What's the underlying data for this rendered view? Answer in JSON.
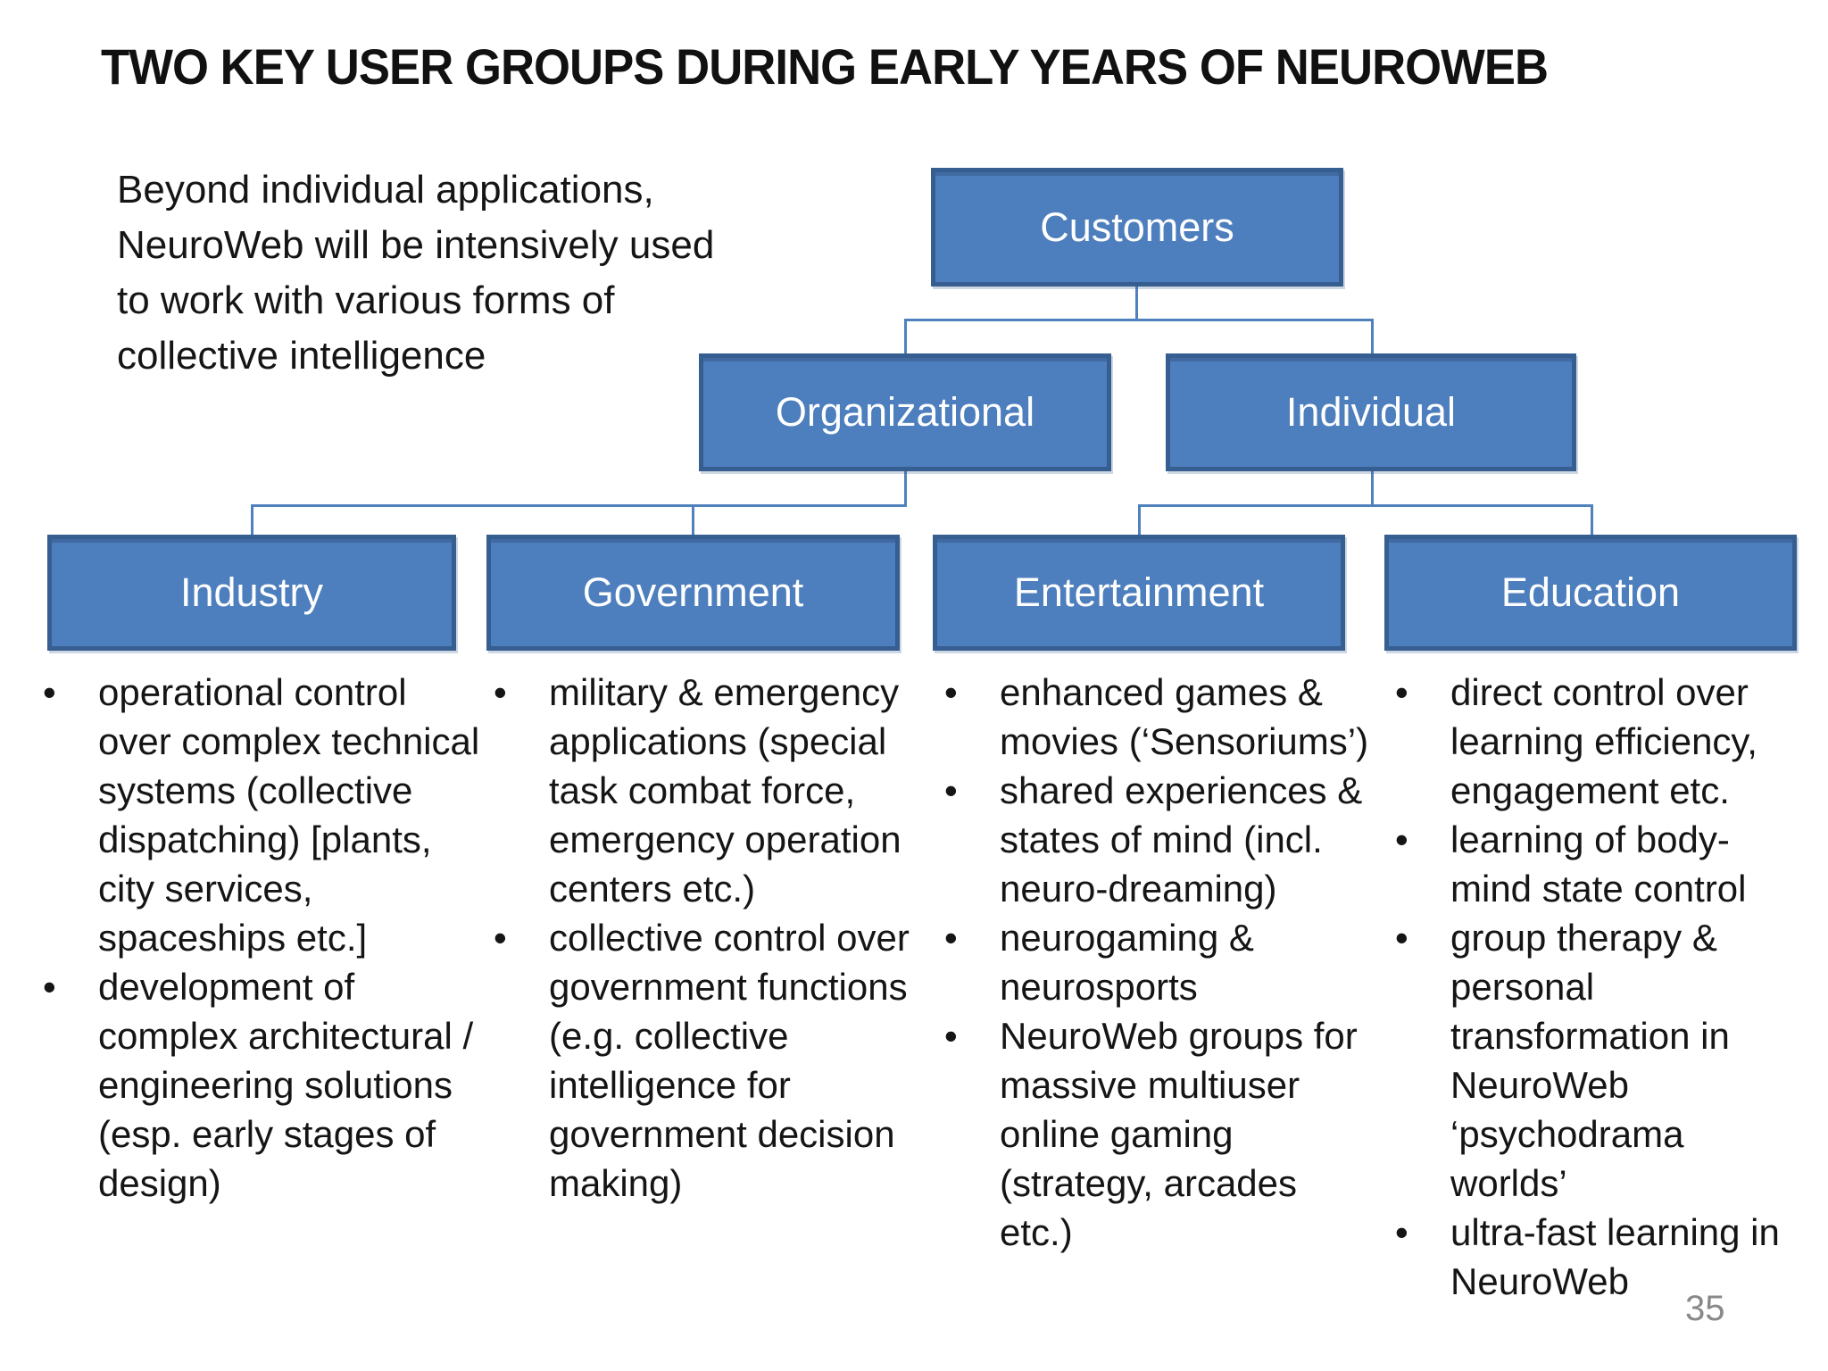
{
  "slide": {
    "title": "TWO KEY USER GROUPS DURING EARLY YEARS OF NEUROWEB",
    "intro": "Beyond individual applications, NeuroWeb will be intensively used to work with various forms of collective intelligence",
    "page_number": "35"
  },
  "colors": {
    "box_fill": "#4d7ebd",
    "box_border": "#365e90",
    "connector": "#4f81bd",
    "page_number": "#898989"
  },
  "tree": {
    "root": {
      "label": "Customers"
    },
    "level2": [
      {
        "label": "Organizational"
      },
      {
        "label": "Individual"
      }
    ]
  },
  "columns": [
    {
      "label": "Industry",
      "bullets": [
        "operational control over complex technical systems (collective dispatching) [plants, city services, spaceships etc.]",
        "development of complex architectural / engineering solutions  (esp. early stages of design)"
      ]
    },
    {
      "label": "Government",
      "bullets": [
        "military & emergency applications (special task combat force, emergency operation centers etc.)",
        "collective control over government functions (e.g. collective intelligence for government decision making)"
      ]
    },
    {
      "label": "Entertainment",
      "bullets": [
        "enhanced games & movies (‘Sensoriums’)",
        "shared experiences & states of mind (incl. neuro-dreaming)",
        "neurogaming & neurosports",
        "NeuroWeb groups for massive multiuser online gaming (strategy, arcades etc.)"
      ]
    },
    {
      "label": "Education",
      "bullets": [
        "direct control over learning efficiency, engagement etc.",
        "learning of body-mind state control",
        "group therapy & personal transformation in NeuroWeb ‘psychodrama worlds’",
        "ultra-fast learning in NeuroWeb"
      ]
    }
  ]
}
